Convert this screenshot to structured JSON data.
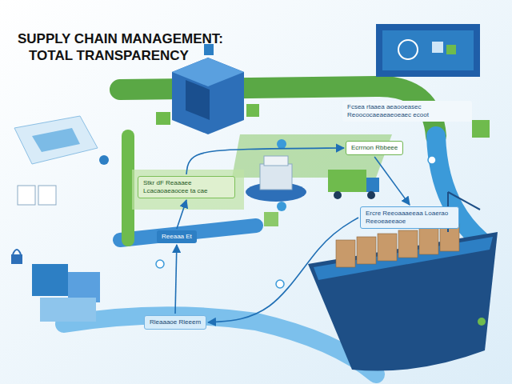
{
  "diagram": {
    "title": "SUPPLY CHAIN MANAGEMENT: TOTAL TRANSPARENCY",
    "nodes": [
      {
        "text": [
          "Fcsea rtaaea aeaooeasec Reoococaeaeaeoeaec ecoot"
        ]
      },
      {
        "text": [
          "Ecrrnon Rbbeee"
        ]
      },
      {
        "text": [
          "Stkr dF Reaaaee Lcacaoaeaocee ta cae"
        ]
      },
      {
        "text": [
          "Ercre Reeoaaaeeaa Loaerao Reeoeaeeaoe"
        ]
      },
      {
        "text": [
          "Reeaaa Et"
        ]
      },
      {
        "text": [
          "Rleaaaoe Rleeem"
        ]
      }
    ],
    "edges": [
      {
        "from": 1,
        "to": 3,
        "arrow": "to"
      },
      {
        "from": 3,
        "to": 5,
        "arrow": "to"
      },
      {
        "from": 5,
        "to": 4,
        "arrow": "to"
      },
      {
        "from": 4,
        "to": 2,
        "arrow": "to"
      },
      {
        "from": 2,
        "to": 1,
        "arrow": "to"
      }
    ]
  }
}
